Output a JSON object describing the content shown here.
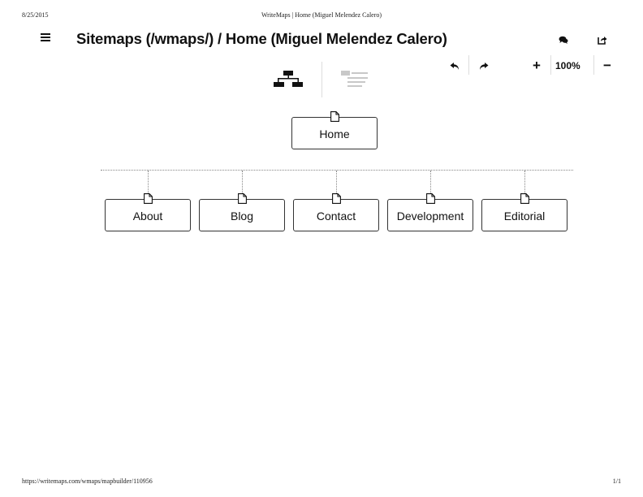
{
  "print": {
    "date": "8/25/2015",
    "page_title": "WriteMaps | Home (Miguel Melendez Calero)",
    "url": "https://writemaps.com/wmaps/mapbuilder/110956",
    "page_number": "1/1"
  },
  "header": {
    "title": "Sitemaps (/wmaps/) / Home (Miguel Melendez Calero)"
  },
  "toolbar": {
    "zoom_in_label": "+",
    "zoom_level": "100%",
    "zoom_out_label": "−"
  },
  "icons": {
    "menu": "hamburger-menu-icon",
    "comments": "comments-icon",
    "share": "share-icon",
    "undo": "undo-icon",
    "redo": "redo-icon",
    "tree_view": "sitemap-tree-icon",
    "list_view": "list-view-icon",
    "page": "page-document-icon"
  },
  "sitemap": {
    "root": "Home",
    "children": [
      "About",
      "Blog",
      "Contact",
      "Development",
      "Editorial"
    ]
  }
}
